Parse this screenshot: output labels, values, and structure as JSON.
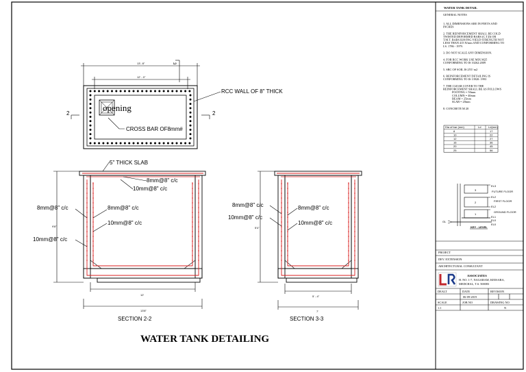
{
  "drawing": {
    "main_title": "WATER TANK DETAILING",
    "plan": {
      "dim_outer": "13'- 8\"",
      "dim_inner": "12' - 0\"",
      "wall_label": "RCC WALL OF 8\" THICK",
      "opening_label": "opening",
      "crossbar_label": "CROSS BAR OF8mm#",
      "section_mark": "2",
      "section_mark_vertical": "3"
    },
    "section22": {
      "caption": "SECTION 2-2",
      "slab_label": "5\" THICK SLAB",
      "top_bar_1": "8mm@8\" c/c",
      "top_bar_2": "10mm@8\" c/c",
      "left_bar_1": "8mm@8\" c/c",
      "left_bar_2": "10mm@8\" c/c",
      "inner_bar_1": "8mm@8\" c/c",
      "inner_bar_2": "10mm@8\" c/c",
      "dim_height": "9'8\"",
      "dim_inner": "12'",
      "dim_outer": "13'8\""
    },
    "section33": {
      "caption": "SECTION 3-3",
      "left_bar_1": "8mm@8\" c/c",
      "left_bar_2": "10mm@8\" c/c",
      "inner_bar_1": "8mm@8\" c/c",
      "inner_bar_2": "10mm@8\" c/c",
      "dim_height": "5'4\"",
      "dim_inner": "5' - 4\"",
      "dim_outer": "7'"
    }
  },
  "titleblock": {
    "heading": "WATER TANK DETAIL",
    "notes_title": "GENERAL NOTES",
    "notes": [
      [
        "1. ALL DIMENSIONS ARE IN FEETS AND",
        "INCHES"
      ],
      [
        "2. THE REINFORCEMENT SHALL BE COLD",
        "TWISTED DEFORMED BARS (C.T.D) OR",
        "T.M.T. BARS HAVING YIELD STRENGTH NOT",
        "LESS THAN 415 N/mm  AND CONFORMING TO",
        "I.S. 1786 - 1979."
      ],
      [
        "3. DO NOT SCALE ANY DIMENSION."
      ],
      [
        "4. FOR RCC WORK USE MIX M25",
        "CONFORMING TO IS 10262:2009"
      ],
      [
        "5. SBC OF SOIL IS 25T/ m2"
      ],
      [
        "6. REINFORCEMENT DETAILING IS",
        "CONFORMING TO IS 13920: 1993"
      ],
      [
        "7. THE CLEAR COVER TO THE",
        "REINFORCEMENT SHALL BE AS FOLLOWS",
        "FOOTING = 50mm",
        "COLUMN = 40mm",
        "BEAM   = 25mm",
        "SLAB   = 20mm"
      ],
      [
        "8. CONCRETE M 20"
      ]
    ],
    "lap_table": {
      "headers": [
        "Dia of bar (mm)",
        "Ld",
        "Ld(mm)"
      ],
      "rows": [
        [
          "8",
          "",
          "17"
        ],
        [
          "10",
          "",
          "22"
        ],
        [
          "12",
          "",
          "27"
        ],
        [
          "16",
          "",
          "36"
        ],
        [
          "20",
          "",
          "45"
        ],
        [
          "25",
          "",
          "56"
        ]
      ]
    },
    "key_level": {
      "caption": "KEY - LEVEL",
      "labels": [
        "FUTURE FLOOR",
        "FIRST FLOOR",
        "GROUND FLOOR"
      ],
      "levels": [
        "EL3",
        "EL2",
        "EL2",
        "EL1",
        "EL0",
        "EL0"
      ],
      "floor_numbers": [
        "3",
        "2",
        "1"
      ],
      "marker": "GL"
    },
    "project_label": "PROJECT",
    "project_value": "DEV. EXTENSION",
    "consultant_label": "ARCHITECTURAL CONSULTANT",
    "firm": {
      "name": "ASSOCIATES",
      "address_1": "H. NO. 1-7, NAGARAM, KEESARA,",
      "address_2": "MEDCHAL, T.S. 500083"
    },
    "fields": {
      "dealt_label": "DEALT",
      "date_label": "DATE",
      "date_value": "06-09-2019",
      "revision_label": "REVISION",
      "scale_label": "SCALE",
      "scale_value": "1:1",
      "job_label": "JOB NO",
      "drawing_label": "DRAWING NO",
      "drawing_value": "N"
    }
  }
}
